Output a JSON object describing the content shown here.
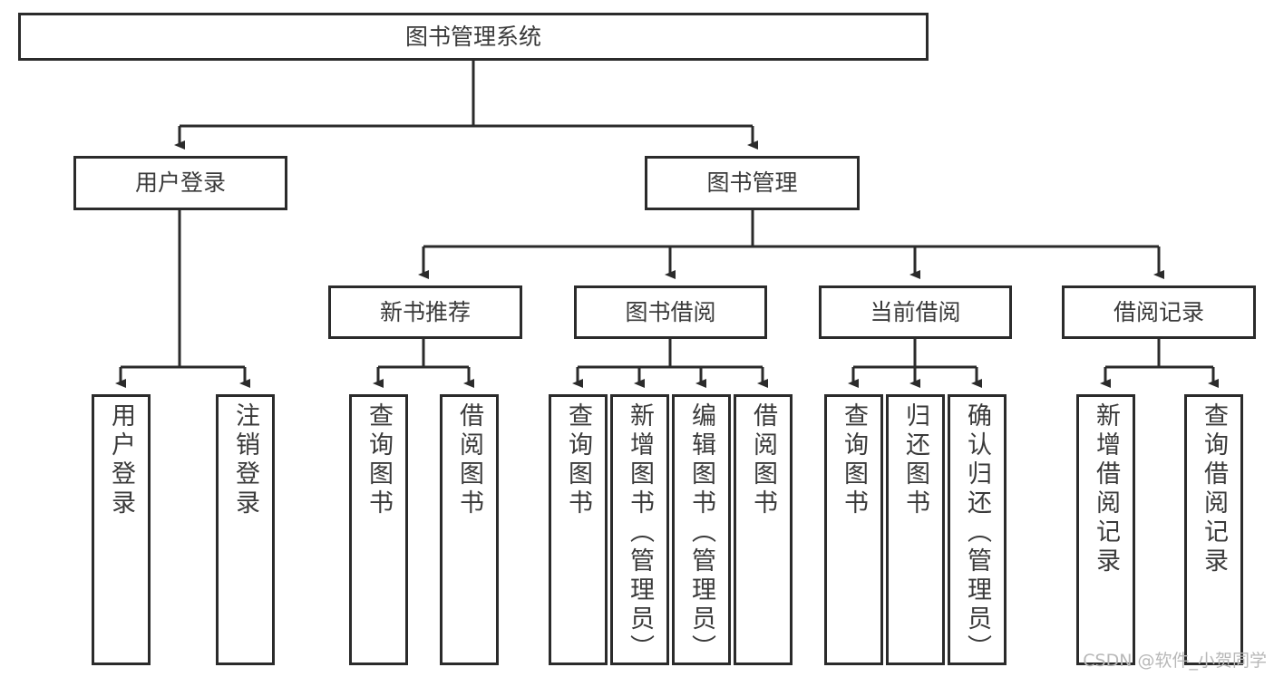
{
  "diagram": {
    "title": "图书管理系统",
    "type": "hierarchy-tree",
    "watermark": "CSDN @软件_小贺同学",
    "colors": {
      "stroke": "#2b2b2b",
      "fill": "#ffffff",
      "text": "#3a3a3a",
      "watermark": "#b8b8b8"
    },
    "root": {
      "label": "图书管理系统"
    },
    "level1": [
      {
        "id": "user-login",
        "label": "用户登录"
      },
      {
        "id": "book-manage",
        "label": "图书管理"
      }
    ],
    "level2": [
      {
        "id": "new-book-rec",
        "label": "新书推荐"
      },
      {
        "id": "book-borrow",
        "label": "图书借阅"
      },
      {
        "id": "current-borrow",
        "label": "当前借阅"
      },
      {
        "id": "borrow-record",
        "label": "借阅记录"
      }
    ],
    "leaves": {
      "user_login": [
        {
          "id": "leaf-user-login",
          "label": "用户登录"
        },
        {
          "id": "leaf-logout-login",
          "label": "注销登录"
        }
      ],
      "new_book_rec": [
        {
          "id": "leaf-query-book-1",
          "label": "查询图书"
        },
        {
          "id": "leaf-borrow-book-1",
          "label": "借阅图书"
        }
      ],
      "book_borrow": [
        {
          "id": "leaf-query-book-2",
          "label": "查询图书"
        },
        {
          "id": "leaf-add-book",
          "label": "新增图书（管理员）"
        },
        {
          "id": "leaf-edit-book",
          "label": "编辑图书（管理员）"
        },
        {
          "id": "leaf-borrow-book-2",
          "label": "借阅图书"
        }
      ],
      "current_borrow": [
        {
          "id": "leaf-query-book-3",
          "label": "查询图书"
        },
        {
          "id": "leaf-return-book",
          "label": "归还图书"
        },
        {
          "id": "leaf-confirm-return",
          "label": "确认归还（管理员）"
        }
      ],
      "borrow_record": [
        {
          "id": "leaf-add-record",
          "label": "新增借阅记录"
        },
        {
          "id": "leaf-query-record",
          "label": "查询借阅记录"
        }
      ]
    }
  }
}
